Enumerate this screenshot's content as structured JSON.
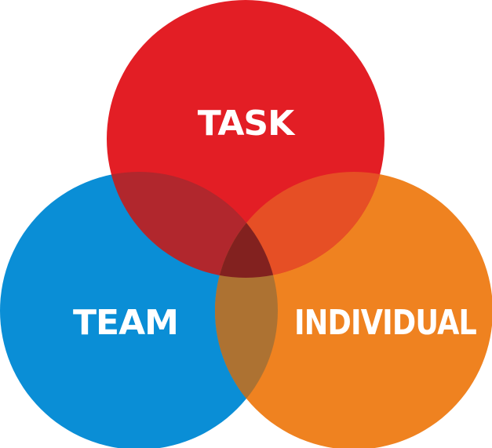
{
  "diagram": {
    "type": "venn",
    "sets": [
      {
        "key": "task",
        "label": "TASK",
        "color": "#e31e25"
      },
      {
        "key": "team",
        "label": "TEAM",
        "color": "#0a8ed6"
      },
      {
        "key": "individual",
        "label": "INDIVIDUAL",
        "color": "#ef8220"
      }
    ],
    "intersections": {
      "task_team": "#b1272d",
      "task_individual": "#e64f25",
      "team_individual": "#ad7232",
      "all": "#82211f"
    }
  }
}
